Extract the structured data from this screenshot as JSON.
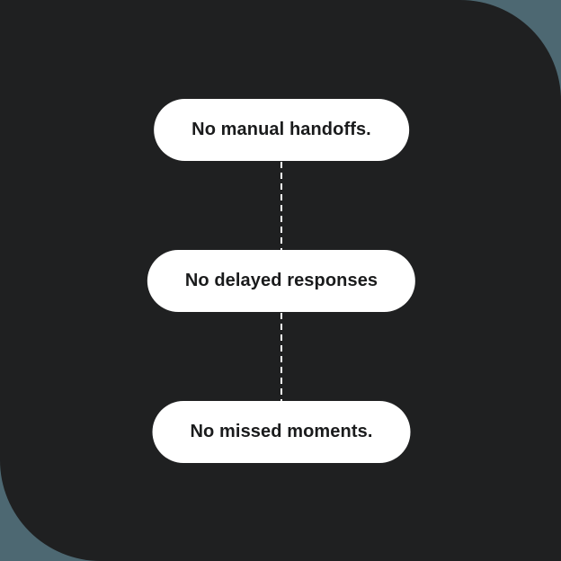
{
  "colors": {
    "page_background": "#4d6872",
    "card_background": "#1f2021",
    "connector": "#ffffff",
    "node_background": "#ffffff",
    "node_text": "#1a1b1c"
  },
  "diagram": {
    "nodes": [
      {
        "label": "No manual handoffs."
      },
      {
        "label": "No delayed responses"
      },
      {
        "label": "No missed moments."
      }
    ],
    "connector_style": "dashed-vertical"
  }
}
